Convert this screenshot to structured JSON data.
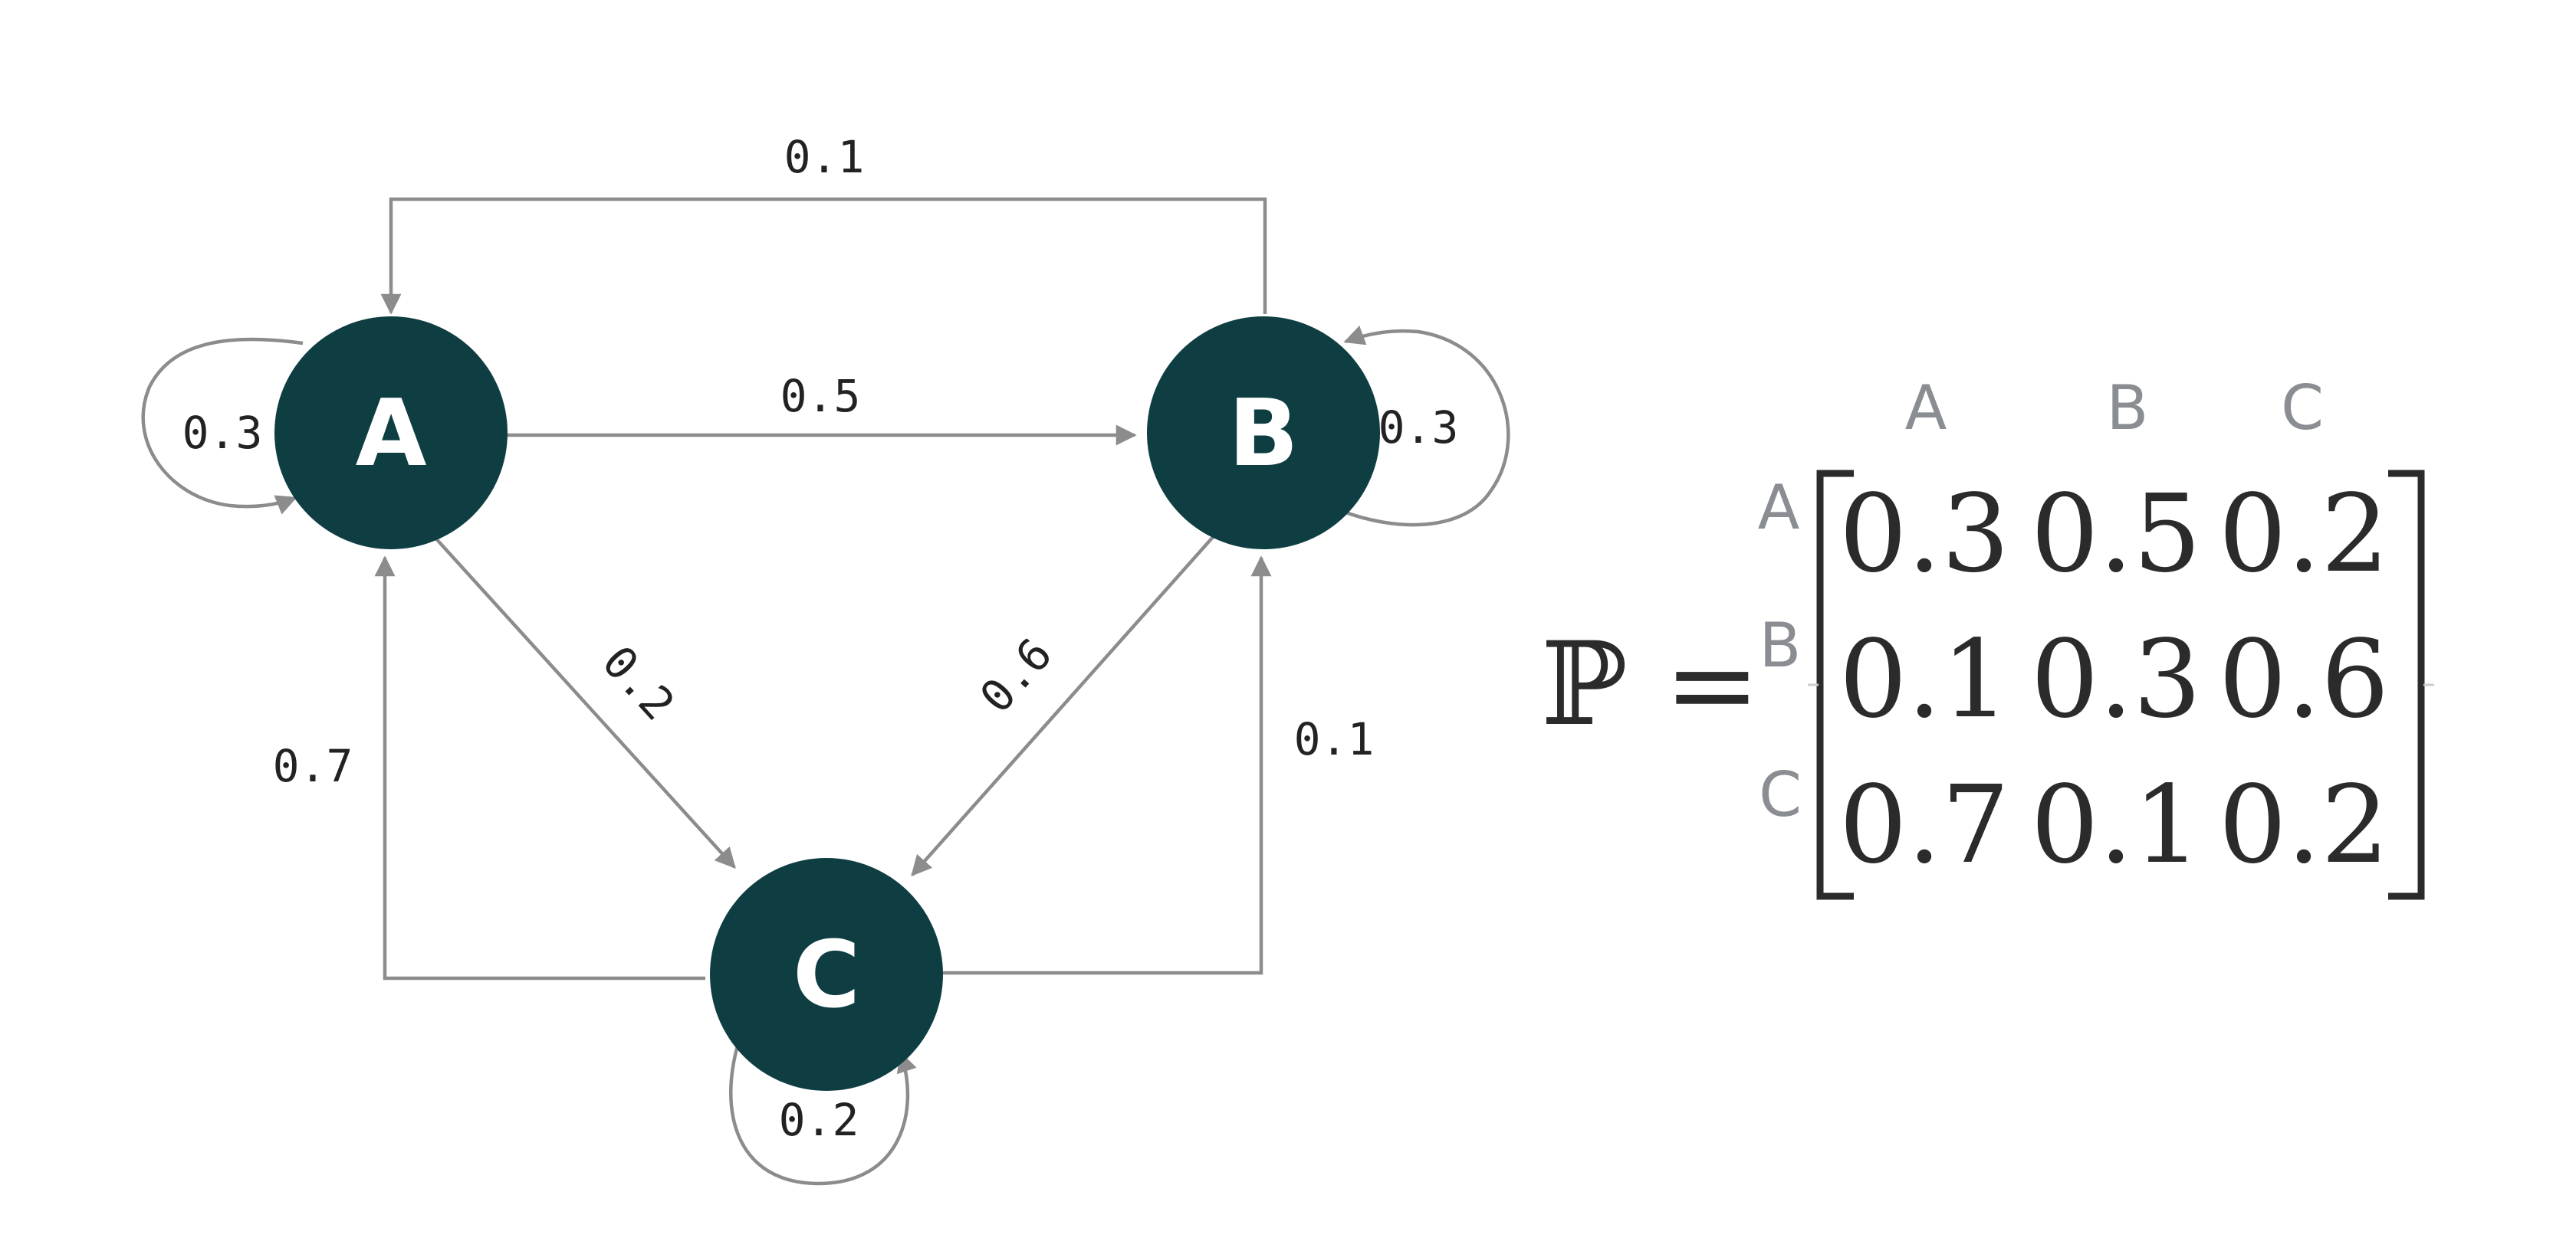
{
  "nodes": {
    "a": {
      "label": "A"
    },
    "b": {
      "label": "B"
    },
    "c": {
      "label": "C"
    }
  },
  "edges": {
    "a_to_a": "0.3",
    "b_to_a": "0.1",
    "a_to_b": "0.5",
    "b_to_b": "0.3",
    "a_to_c": "0.2",
    "b_to_c": "0.6",
    "c_to_a": "0.7",
    "c_to_b": "0.1",
    "c_to_c": "0.2"
  },
  "matrix": {
    "symbol": "ℙ =",
    "column_labels": [
      "A",
      "B",
      "C"
    ],
    "row_labels": [
      "A",
      "B",
      "C"
    ],
    "rows": [
      [
        "0.3",
        "0.5",
        "0.2"
      ],
      [
        "0.1",
        "0.3",
        "0.6"
      ],
      [
        "0.7",
        "0.1",
        "0.2"
      ]
    ]
  },
  "colors": {
    "node_fill": "#0f3e42",
    "edge_stroke": "#8c8c8c",
    "label_text": "#222222",
    "matrix_header": "#8a8d92"
  }
}
